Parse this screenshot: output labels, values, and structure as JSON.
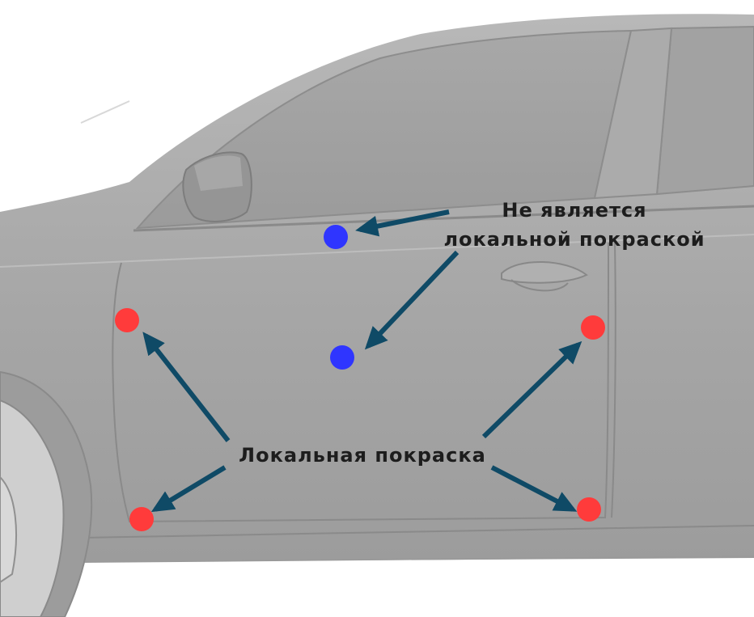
{
  "labels": {
    "not_local_line1": "Не является",
    "not_local_line2": "локальной покраской",
    "local": "Локальная покраска"
  },
  "colors": {
    "car_body": "#a3a3a3",
    "car_light": "#b3b3b3",
    "glass": "#9e9e9e",
    "outline": "#8a8a8a",
    "arrow": "#0f4a66",
    "local_point": "#ff3b3b",
    "not_local_point": "#2f35ff"
  }
}
